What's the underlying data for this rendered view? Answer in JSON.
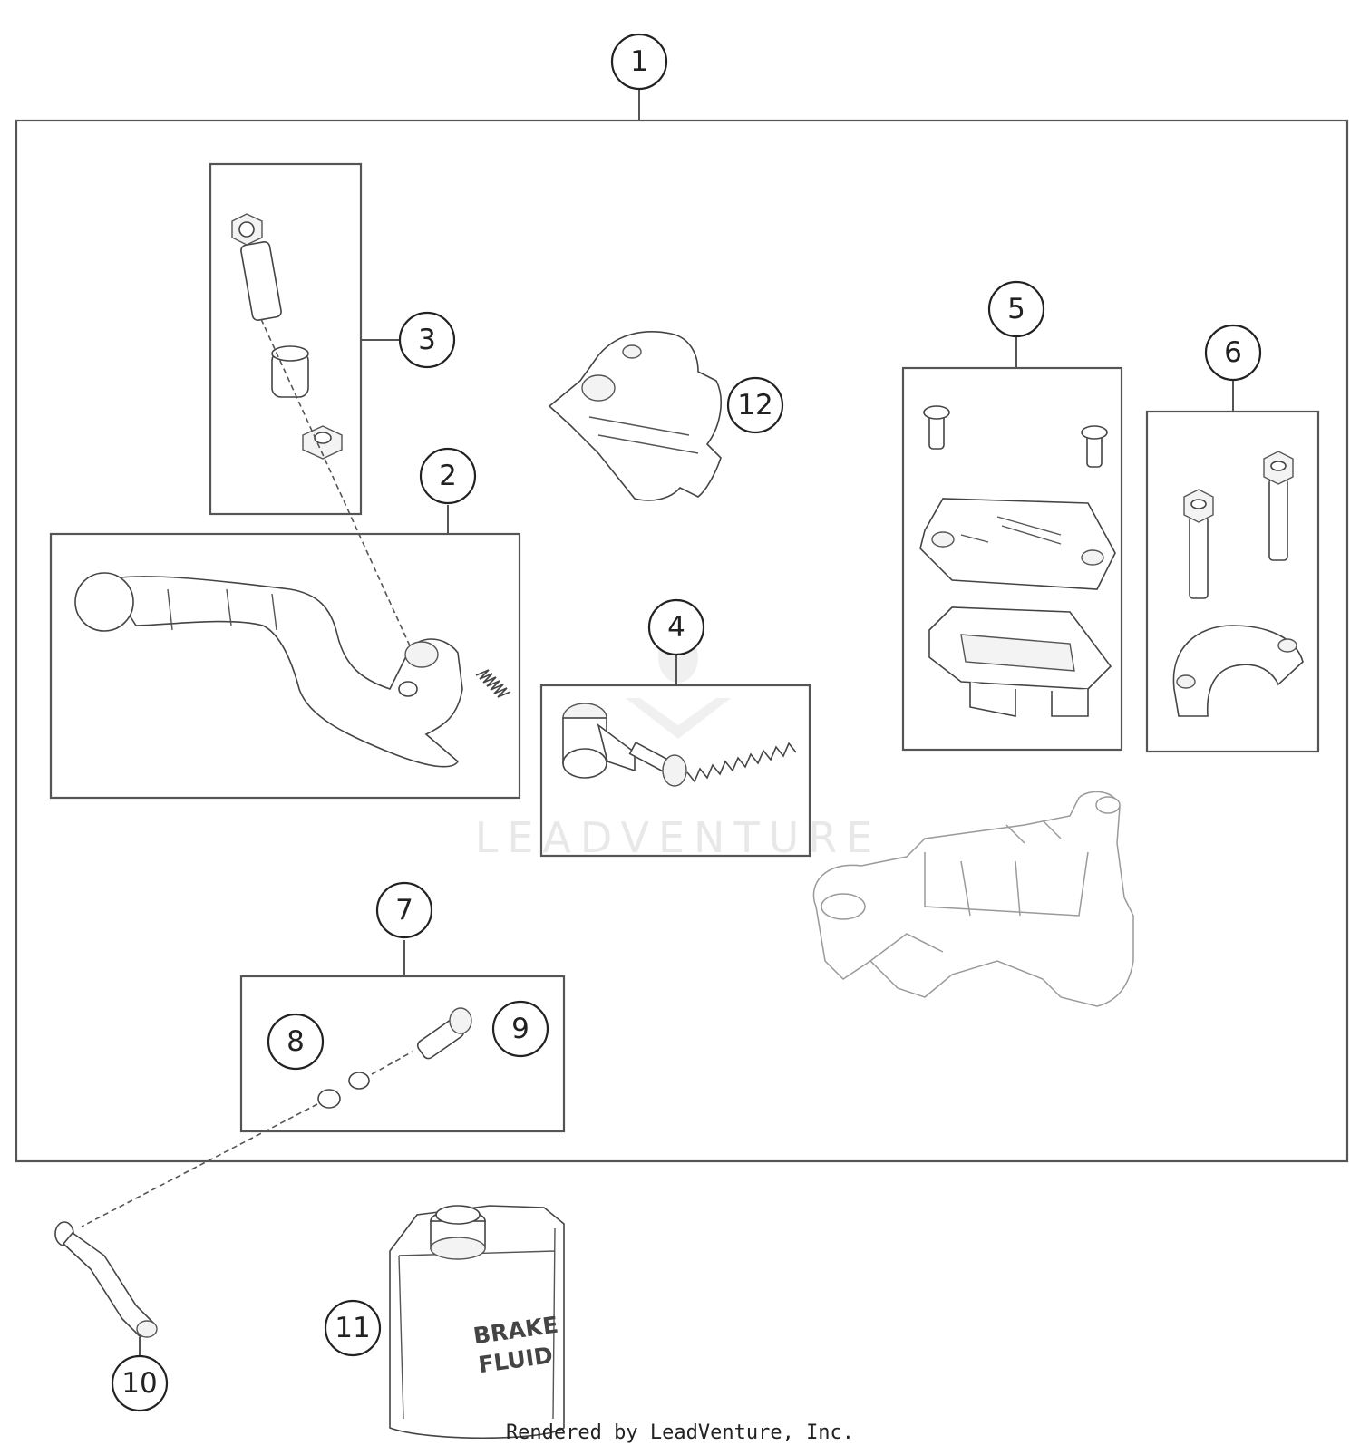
{
  "callouts": [
    "1",
    "2",
    "3",
    "4",
    "5",
    "6",
    "7",
    "8",
    "9",
    "10",
    "11",
    "12"
  ],
  "can_label": [
    "BRAKE",
    "FLUID"
  ],
  "watermark": "LEADVENTURE",
  "credit": "Rendered by LeadVenture, Inc."
}
